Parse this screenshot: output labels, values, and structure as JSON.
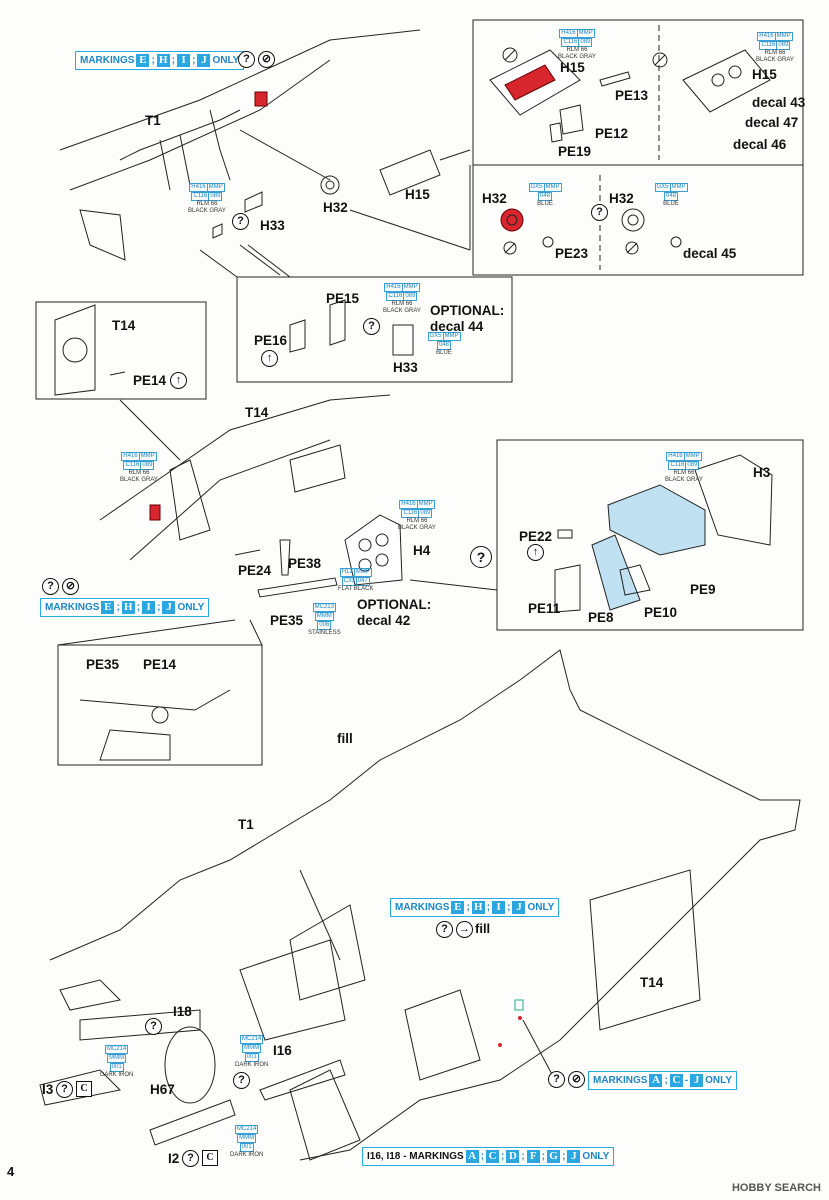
{
  "page_number": "4",
  "marking_box_1": {
    "prefix": "MARKINGS",
    "keys": [
      "E",
      "H",
      "I",
      "J"
    ],
    "suffix": "ONLY"
  },
  "marking_box_2": {
    "prefix": "MARKINGS",
    "keys": [
      "E",
      "H",
      "I",
      "J"
    ],
    "suffix": "ONLY"
  },
  "marking_box_3": {
    "prefix": "MARKINGS",
    "keys": [
      "E",
      "H",
      "I",
      "J"
    ],
    "suffix": "ONLY"
  },
  "marking_box_4": {
    "prefix": "MARKINGS",
    "keys": [
      "A",
      "C",
      "J"
    ],
    "suffix": "ONLY"
  },
  "marking_box_5": {
    "prefix": "I16, I18 - MARKINGS",
    "keys": [
      "A",
      "C",
      "D",
      "F",
      "G",
      "J"
    ],
    "suffix": "ONLY"
  },
  "parts": {
    "t1_top": "T1",
    "h33": "H33",
    "h32": "H32",
    "h15_main": "H15",
    "h15_a": "H15",
    "pe13": "PE13",
    "pe12": "PE12",
    "pe19": "PE19",
    "h15_b": "H15",
    "decal43": "decal 43",
    "decal47": "decal 47",
    "decal46": "decal 46",
    "h32_a": "H32",
    "pe23": "PE23",
    "h32_b": "H32",
    "decal45": "decal 45",
    "pe15": "PE15",
    "pe16": "PE16",
    "optional44_a": "OPTIONAL:",
    "optional44_b": "decal 44",
    "h33_b": "H33",
    "t14_inset": "T14",
    "pe14": "PE14",
    "t14_mid": "T14",
    "pe24": "PE24",
    "pe38": "PE38",
    "pe35": "PE35",
    "h4": "H4",
    "optional42_a": "OPTIONAL:",
    "optional42_b": "decal 42",
    "h3": "H3",
    "pe22": "PE22",
    "pe9": "PE9",
    "pe11": "PE11",
    "pe8": "PE8",
    "pe10": "PE10",
    "pe35_b": "PE35",
    "pe14_b": "PE14",
    "fill_a": "fill",
    "t1_bottom": "T1",
    "fill_b": "fill",
    "t14_bottom": "T14",
    "i18": "I18",
    "i16": "I16",
    "h67": "H67",
    "i3": "I3",
    "i2": "I2"
  },
  "paints": {
    "rlm66_label": "RLM 66",
    "black_gray": "BLACK GRAY",
    "blue": "BLUE",
    "flat_black": "FLAT BLACK",
    "stainless": "STAINLESS",
    "dark_iron": "DARK IRON",
    "h416": "H416",
    "mmp": "MMP",
    "c116": "C116",
    "n089": "089",
    "gx5": "GX5",
    "n048": "048",
    "h12": "H12",
    "c33": "C33",
    "n047": "047",
    "mc213": "MC213",
    "mmm": "MMM",
    "n006": "006",
    "mc214": "MC214",
    "n001": "001"
  },
  "symbols": {
    "question": "?",
    "sq_c": "C",
    "arrow_up": "↑"
  },
  "watermark": "HOBBY SEARCH",
  "colors": {
    "marking_blue": "#29a9e1",
    "part_red": "#d8262e",
    "callout_blue": "#bfe1f2"
  }
}
